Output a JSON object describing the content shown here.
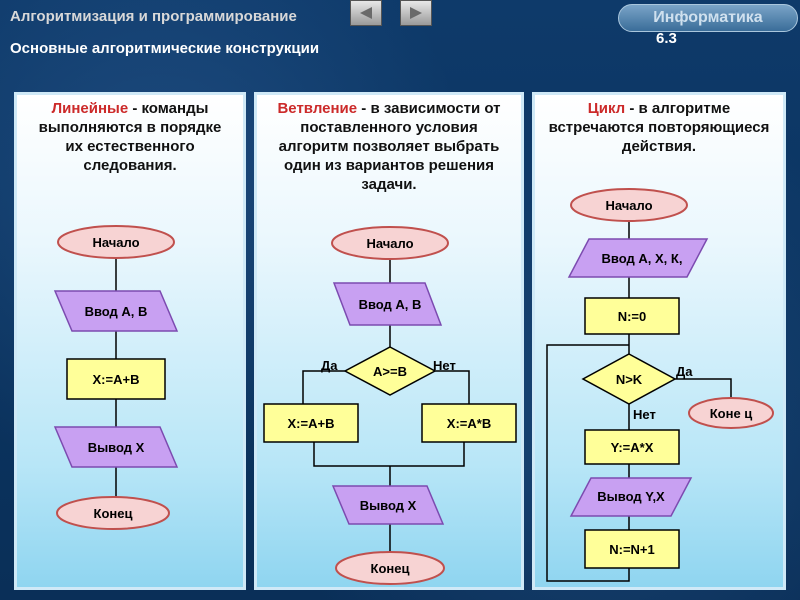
{
  "header": {
    "title": "Алгоритмизация и программирование",
    "subtitle": "Основные алгоритмические конструкции",
    "badge": "Информатика",
    "badge_number": "6.3",
    "prev_icon": "arrow-left-icon",
    "next_icon": "arrow-right-icon"
  },
  "colors": {
    "background": "#0b3460",
    "keyword": "#cc2a2a",
    "terminal_fill": "#f7d3d3",
    "terminal_stroke": "#c0504d",
    "io_fill": "#c8a0f2",
    "process_fill": "#ffff99",
    "decision_fill": "#ffff99"
  },
  "panels": {
    "linear": {
      "keyword": "Линейные",
      "text": " - команды выполняются в порядке их естественного следования.",
      "blocks": {
        "start": "Начало",
        "input": "Ввод А, В",
        "process": "Х:=А+В",
        "output": "Вывод Х",
        "end": "Конец"
      }
    },
    "branch": {
      "keyword": "Ветвление",
      "text": " - в зависимости от поставленного условия алгоритм позволяет выбрать один из вариантов решения задачи.",
      "blocks": {
        "start": "Начало",
        "input": "Ввод А, В",
        "condition": "А>=В",
        "yes": "Да",
        "no": "Нет",
        "process_yes": "Х:=А+В",
        "process_no": "Х:=А*В",
        "output": "Вывод Х",
        "end": "Конец"
      }
    },
    "loop": {
      "keyword": "Цикл",
      "text": " - в алгоритме встречаются повторяющиеся действия.",
      "blocks": {
        "start": "Начало",
        "input": "Ввод А, Х, К,",
        "init": "N:=0",
        "condition": "N>K",
        "yes": "Да",
        "no": "Нет",
        "end": "Коне ц",
        "process": "Y:=A*X",
        "output": "Вывод Y,X",
        "increment": "N:=N+1"
      }
    }
  }
}
